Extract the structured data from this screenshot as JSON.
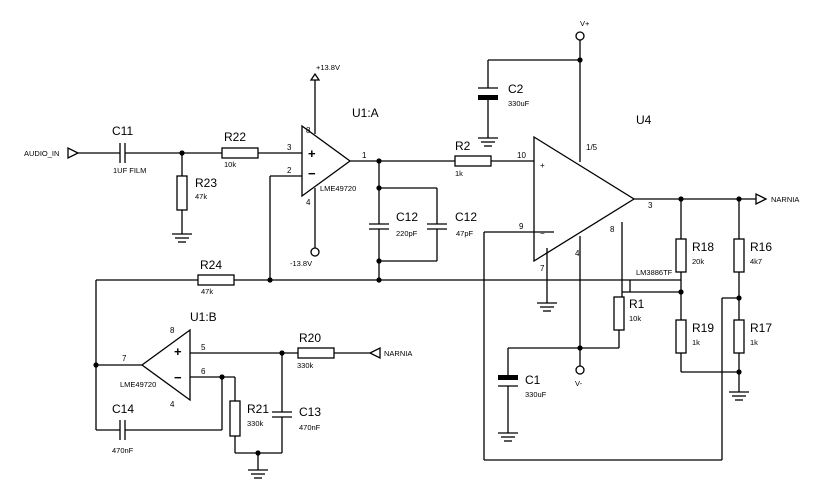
{
  "nets": {
    "audio_in": "AUDIO_IN",
    "narnia_out": "NARNIA",
    "narnia_in": "NARNIA",
    "vplus": "V+",
    "vminus": "V-",
    "u1a_vp": "+13.8V",
    "u1a_vm": "-13.8V"
  },
  "parts": {
    "c11": {
      "ref": "C11",
      "value": "1UF FILM"
    },
    "r22": {
      "ref": "R22",
      "value": "10k"
    },
    "r23": {
      "ref": "R23",
      "value": "47k"
    },
    "u1a": {
      "ref": "U1:A",
      "model": "LME49720"
    },
    "c12a": {
      "ref": "C12",
      "value": "220pF"
    },
    "c12b": {
      "ref": "C12",
      "value": "47pF"
    },
    "r2": {
      "ref": "R2",
      "value": "1k"
    },
    "c2": {
      "ref": "C2",
      "value": "330uF"
    },
    "u4": {
      "ref": "U4",
      "model": "LM3886TF"
    },
    "r18": {
      "ref": "R18",
      "value": "20k"
    },
    "r16": {
      "ref": "R16",
      "value": "4k7"
    },
    "r19": {
      "ref": "R19",
      "value": "1k"
    },
    "r17": {
      "ref": "R17",
      "value": "1k"
    },
    "r1": {
      "ref": "R1",
      "value": "10k"
    },
    "c1": {
      "ref": "C1",
      "value": "330uF"
    },
    "r24": {
      "ref": "R24",
      "value": "47k"
    },
    "u1b": {
      "ref": "U1:B",
      "model": "LME49720"
    },
    "r20": {
      "ref": "R20",
      "value": "330k"
    },
    "r21": {
      "ref": "R21",
      "value": "330k"
    },
    "c13": {
      "ref": "C13",
      "value": "470nF"
    },
    "c14": {
      "ref": "C14",
      "value": "470nF"
    }
  },
  "pins": {
    "u1a_in_plus": "3",
    "u1a_in_minus": "2",
    "u1a_out": "1",
    "u1a_vp": "8",
    "u1a_vm": "4",
    "u1b_in_plus": "5",
    "u1b_in_minus": "6",
    "u1b_out": "7",
    "u1b_vp": "8",
    "u1b_vm": "4",
    "u4_in_plus": "10",
    "u4_in_minus": "9",
    "u4_out": "3",
    "u4_vp": "1/5",
    "u4_vm": "4",
    "u4_p7": "7",
    "u4_p8": "8"
  },
  "symbols": {
    "plus": "+",
    "minus": "−"
  }
}
